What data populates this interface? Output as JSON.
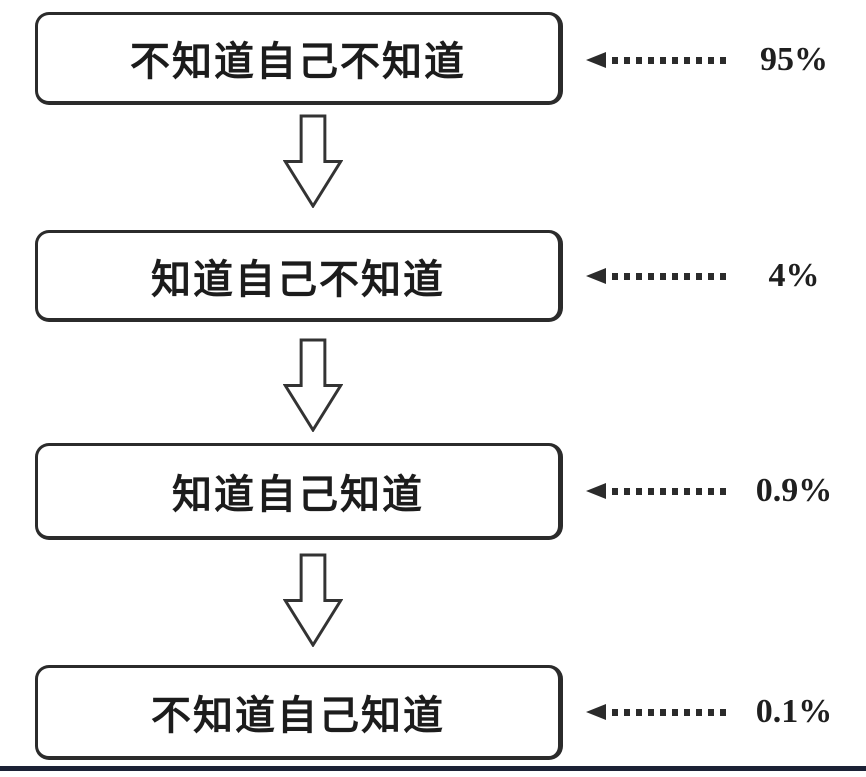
{
  "diagram": {
    "type": "flowchart",
    "rows": [
      {
        "label": "不知道自己不知道",
        "percent": "95%"
      },
      {
        "label": "知道自己不知道",
        "percent": "4%"
      },
      {
        "label": "知道自己知道",
        "percent": "0.9%"
      },
      {
        "label": "不知道自己知道",
        "percent": "0.1%"
      }
    ],
    "icons": {
      "down_arrow": "hollow-block-down-arrow",
      "left_arrow": "dotted-left-arrow"
    },
    "colors": {
      "ink": "#2b2b2b",
      "text": "#1c1c1c",
      "bottom_rule": "#1b2135",
      "background": "#ffffff"
    }
  }
}
